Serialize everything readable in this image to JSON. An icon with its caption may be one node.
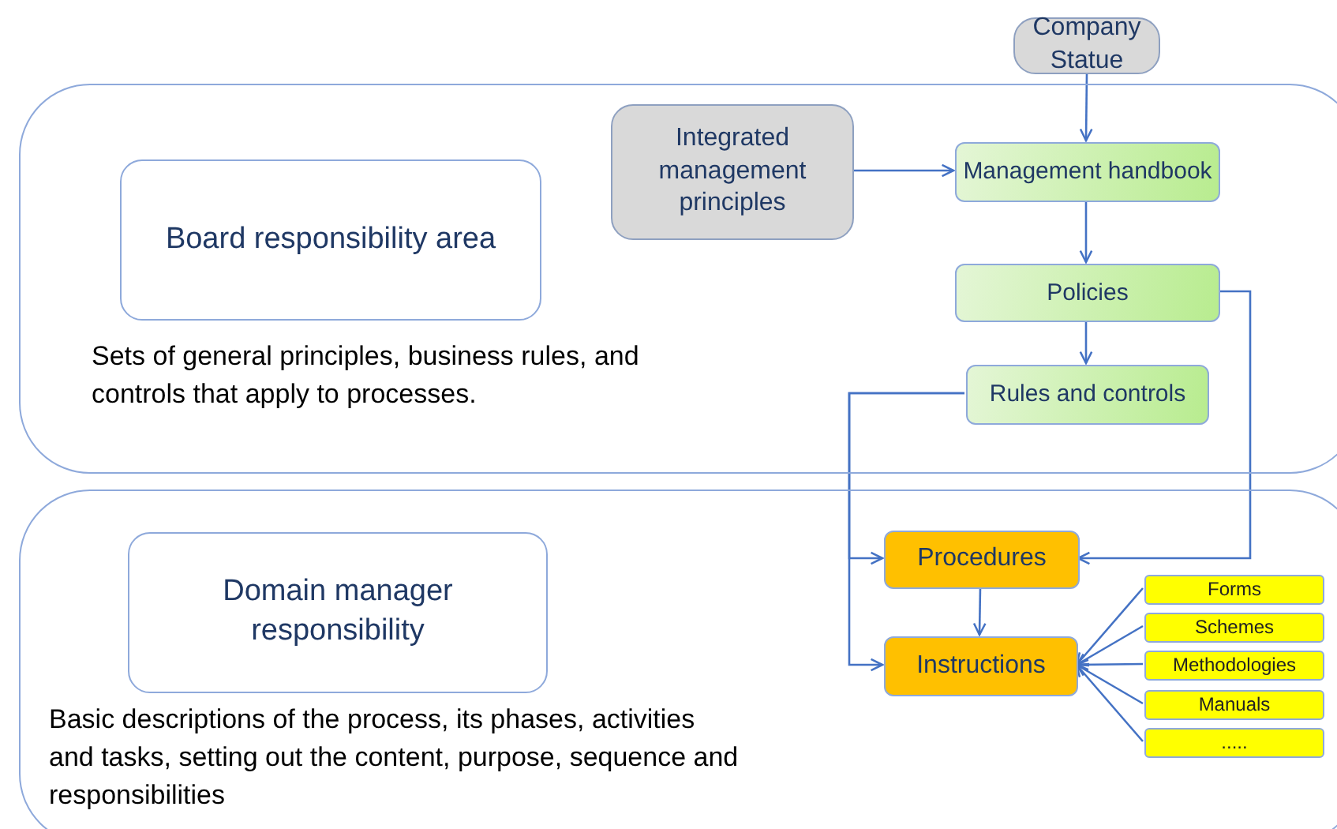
{
  "diagram": {
    "nodes": [
      {
        "text": [
          "Company Statue"
        ]
      },
      {
        "text": [
          "Sets of general principles, business rules, and controls that apply to processes."
        ]
      },
      {
        "text": [
          "Board responsibility area"
        ],
        "in": 1
      },
      {
        "text": [
          "Integrated management principles"
        ],
        "in": 1
      },
      {
        "text": [
          "Management handbook"
        ],
        "in": 1
      },
      {
        "text": [
          "Policies"
        ],
        "in": 1
      },
      {
        "text": [
          "Rules and controls"
        ],
        "in": 1
      },
      {
        "text": [
          "Basic descriptions of the process, its phases, activities and tasks, setting out the content, purpose, sequence and responsibilities"
        ]
      },
      {
        "text": [
          "Domain manager responsibility"
        ],
        "in": 7
      },
      {
        "text": [
          "Procedures"
        ],
        "in": 7
      },
      {
        "text": [
          "Instructions"
        ],
        "in": 7
      },
      {
        "text": [
          "Forms"
        ],
        "in": 7
      },
      {
        "text": [
          "Schemes"
        ],
        "in": 7
      },
      {
        "text": [
          "Methodologies"
        ],
        "in": 7
      },
      {
        "text": [
          "Manuals"
        ],
        "in": 7
      },
      {
        "text": [
          "....."
        ],
        "in": 7
      }
    ],
    "edges": [
      {
        "from": 0,
        "to": 4,
        "arrow": "to"
      },
      {
        "from": 3,
        "to": 4,
        "arrow": "to"
      },
      {
        "from": 4,
        "to": 5,
        "arrow": "to"
      },
      {
        "from": 5,
        "to": 6,
        "arrow": "to"
      },
      {
        "from": 5,
        "to": 9,
        "arrow": "to"
      },
      {
        "from": 6,
        "to": 9,
        "arrow": "to"
      },
      {
        "from": 6,
        "to": 10,
        "arrow": "to"
      },
      {
        "from": 9,
        "to": 10,
        "arrow": "to"
      },
      {
        "from": 11,
        "to": 10,
        "arrow": "to"
      },
      {
        "from": 12,
        "to": 10,
        "arrow": "to"
      },
      {
        "from": 13,
        "to": 10,
        "arrow": "to"
      },
      {
        "from": 14,
        "to": 10,
        "arrow": "to"
      },
      {
        "from": 15,
        "to": 10,
        "arrow": "to"
      }
    ]
  }
}
